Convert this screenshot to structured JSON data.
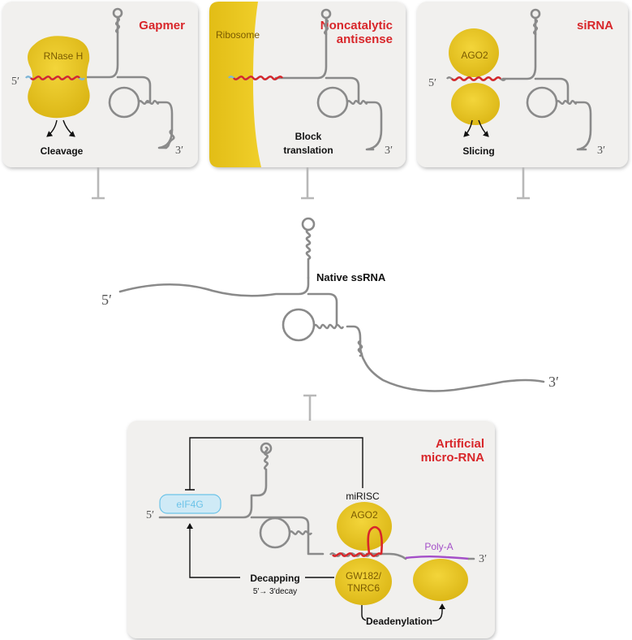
{
  "colors": {
    "panel_bg": "#f1f0ee",
    "protein_yellow": "#e8c420",
    "title_red": "#d8262a",
    "rna_gray": "#8a8a8a",
    "strand_red": "#d8262a",
    "strand_blue": "#7fb6d6",
    "eif4g_blue": "#cfeaf6",
    "polya_purple": "#a44fc8"
  },
  "panels": {
    "gapmer": {
      "title": "Gapmer",
      "protein": "RNase H",
      "outcome": "Cleavage",
      "end5": "5′",
      "end3": "3′"
    },
    "noncatalytic": {
      "title_line1": "Noncatalytic",
      "title_line2": "antisense",
      "protein": "Ribosome",
      "outcome_line1": "Block",
      "outcome_line2": "translation",
      "end3": "3′"
    },
    "sirna": {
      "title": "siRNA",
      "protein": "AGO2",
      "outcome": "Slicing",
      "end5": "5′",
      "end3": "3′"
    },
    "native": {
      "label": "Native ssRNA",
      "end5": "5′",
      "end3": "3′"
    },
    "amirna": {
      "title_line1": "Artificial",
      "title_line2": "micro-RNA",
      "complex": "miRISC",
      "protein_top": "AGO2",
      "protein_bottom_line1": "GW182/",
      "protein_bottom_line2": "TNRC6",
      "eif4g": "eIF4G",
      "polya": "Poly-A",
      "decapping": "Decapping",
      "decay": "5′→ 3′decay",
      "deadenylation": "Deadenylation",
      "end5": "5′",
      "end3": "3′"
    }
  }
}
